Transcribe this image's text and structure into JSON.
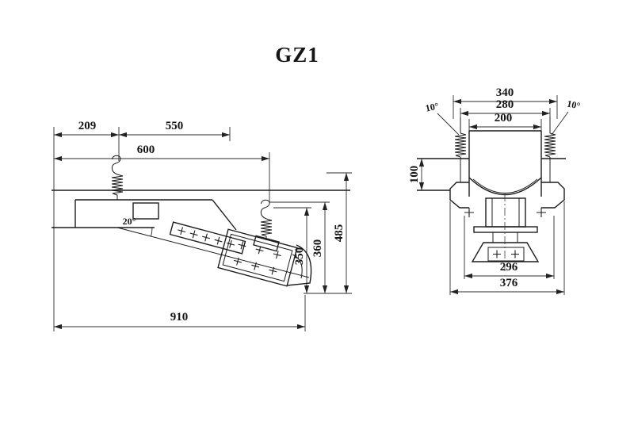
{
  "title": "GZ1",
  "side_view": {
    "dims": {
      "w209": "209",
      "w550": "550",
      "w600": "600",
      "w910": "910",
      "h485": "485",
      "h360": "360",
      "h350": "350",
      "angle": "20°"
    }
  },
  "front_view": {
    "dims": {
      "w340": "340",
      "w280": "280",
      "w200": "200",
      "h100": "100",
      "w296": "296",
      "w376": "376",
      "angle_left": "10°",
      "angle_right": "10°"
    }
  }
}
